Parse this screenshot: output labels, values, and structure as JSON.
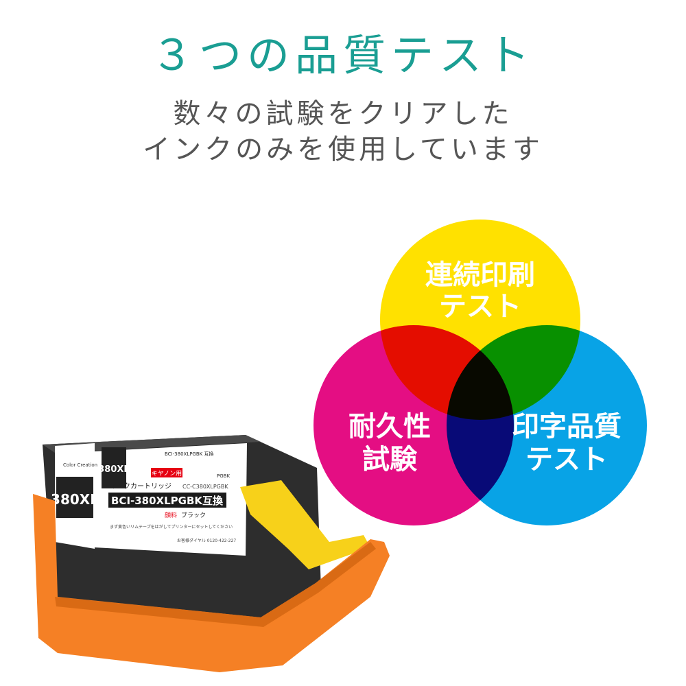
{
  "heading": {
    "title": "３つの品質テスト",
    "subtitle_line1": "数々の試験をクリアした",
    "subtitle_line2": "インクのみを使用しています"
  },
  "venn": {
    "top": {
      "line1": "連続印刷",
      "line2": "テスト",
      "color": "#ffe100"
    },
    "left": {
      "line1": "耐久性",
      "line2": "試験",
      "color": "#e4067f"
    },
    "right": {
      "line1": "印字品質",
      "line2": "テスト",
      "color": "#00a0e6"
    }
  },
  "product": {
    "model_big": "380XL",
    "model_small": "380XL",
    "brand": "Color Creation",
    "product_type": "インクカートリッジ",
    "compat_badge": "キヤノン用",
    "part_code": "BCI-380XLPGBK互換",
    "color_name": "ブラック",
    "color_prefix": "顔料",
    "sku": "CC-C380XLPGBK",
    "side_code": "BCI-380XLPGBK 互換",
    "pigment_mark": "PGBK",
    "note": "まず黄色いリムテープをはがしてプリンターにセットしてください",
    "support": "お客様ダイヤル 0120-422-227",
    "colors": {
      "tray": "#f58025",
      "body": "#2d2d2d",
      "label_red": "#e60012"
    }
  }
}
